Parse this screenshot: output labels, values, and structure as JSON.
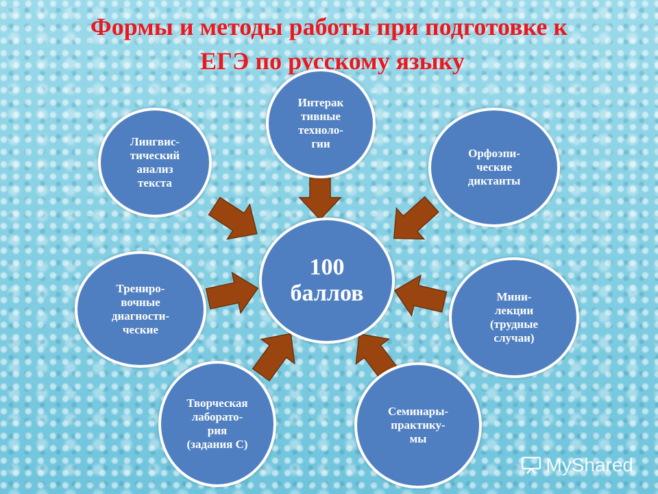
{
  "title": {
    "line1": "Формы  и  методы работы при подготовке к",
    "line2": "ЕГЭ по русскому языку"
  },
  "center": {
    "label": "100\nбаллов"
  },
  "nodes": [
    {
      "id": "interactive",
      "label": "Интерак\nтивные\nтехноло-\nгии"
    },
    {
      "id": "orthoepic",
      "label": "Орфоэпи-\nческие\nдиктанты"
    },
    {
      "id": "mini-lectures",
      "label": "Мини-\nлекции\n(трудные\nслучаи)"
    },
    {
      "id": "seminars",
      "label": "Семинары-\nпрактику-\nмы"
    },
    {
      "id": "creative-lab",
      "label": "Творческая\nлаборато-\nрия\n(задания С)"
    },
    {
      "id": "training",
      "label": "Трениро-\nвочные\nдиагности-\nческие"
    },
    {
      "id": "linguistic",
      "label": "Лингвис-\nтический\nанализ\nтекста"
    }
  ],
  "colors": {
    "title": "#e8191f",
    "node_fill": "#4f7fc1",
    "node_border": "#ffffff",
    "arrow_fill": "#9a4510",
    "arrow_stroke": "#6e2f08"
  },
  "watermark": {
    "text": "MyShared",
    "icon": "projector-icon"
  }
}
